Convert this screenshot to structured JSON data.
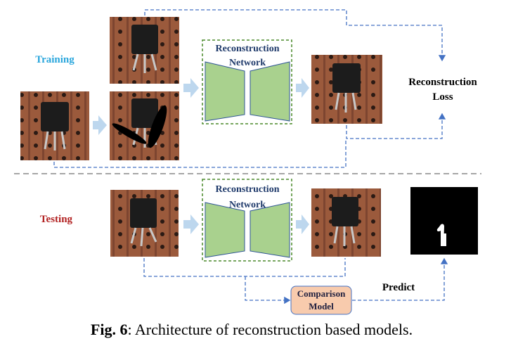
{
  "labels": {
    "training": "Training",
    "testing": "Testing",
    "network_line1": "Reconstruction",
    "network_line2": "Network",
    "loss_line1": "Reconstruction",
    "loss_line2": "Loss",
    "comparison_line1": "Comparison",
    "comparison_line2": "Model",
    "predict": "Predict"
  },
  "caption": {
    "prefix": "Fig. 6",
    "text": ": Architecture of reconstruction based models."
  },
  "colors": {
    "training_label": "#2aa6dc",
    "testing_label": "#b22222",
    "network_text": "#1f3a6b",
    "network_border": "#4a8a2a",
    "network_fill": "#a9d18e",
    "network_stroke": "#2f5597",
    "arrow_fill": "#bdd7ee",
    "dashed_line": "#4472c4",
    "separator": "#a6a6a6",
    "comparison_fill": "#f8cbad",
    "board": "#a0522d"
  }
}
